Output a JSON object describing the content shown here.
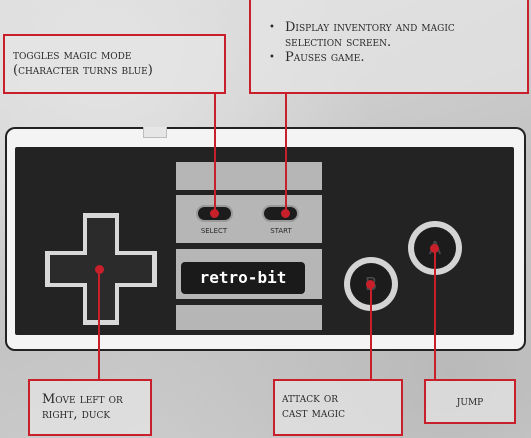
{
  "callouts": {
    "select": {
      "lines": [
        "toggles magic mode",
        "(character turns blue)"
      ]
    },
    "start": {
      "bullets": [
        "Display inventory and magic selection screen.",
        "Pauses game."
      ]
    },
    "dpad": {
      "lines": [
        "Move left or",
        "right, duck"
      ]
    },
    "b_button": {
      "lines": [
        "attack or",
        "cast magic"
      ]
    },
    "a_button": {
      "lines": [
        "jump"
      ]
    }
  },
  "controller": {
    "select_caption": "SELECT",
    "start_caption": "START",
    "logo": "retro-bit",
    "b_letter": "B",
    "a_letter": "A"
  },
  "colors": {
    "callout": "#c8202a",
    "controller_body": "#f4f4f4",
    "controller_face": "#232323",
    "center_stripe": "#b6b6b6"
  }
}
